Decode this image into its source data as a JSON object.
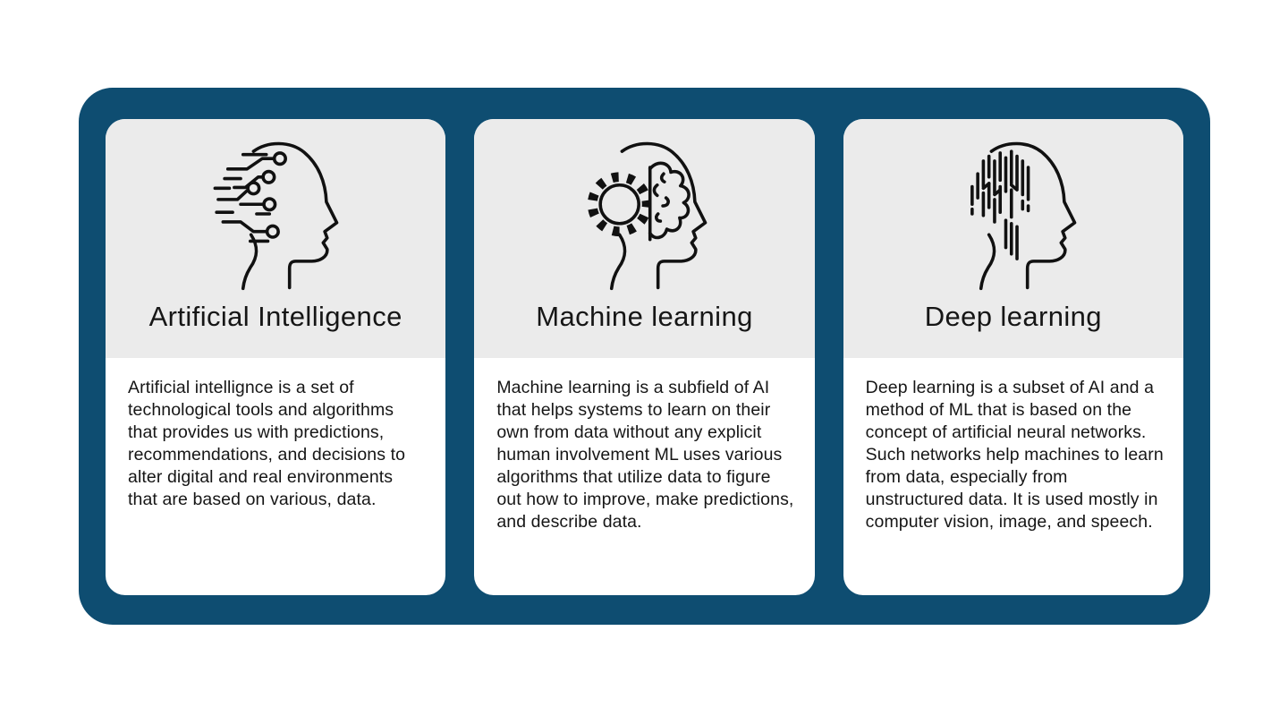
{
  "colors": {
    "panel_blue": "#0e4d71",
    "card_header_bg": "#ebebeb",
    "card_body_bg": "#ffffff",
    "page_bg": "#ffffff",
    "text_dark": "#161616",
    "icon_stroke": "#111111"
  },
  "cards": [
    {
      "id": "artificial-intelligence",
      "icon": "ai-circuit-head-icon",
      "title": "Artificial Intelligence",
      "description": "Artificial intellignce is a set of technological tools and algorithms that provides us with predictions, recommendations, and decisions to alter digital and real environments that are based on various, data."
    },
    {
      "id": "machine-learning",
      "icon": "gear-brain-head-icon",
      "title": "Machine learning",
      "description": "Machine learning is a subfield of AI that helps systems to learn on their own from data without any explicit human involvement ML uses various algorithms that utilize data to figure out how to improve, make predictions, and describe data."
    },
    {
      "id": "deep-learning",
      "icon": "circuit-brain-head-icon",
      "title": "Deep learning",
      "description": "Deep learning is a subset of AI and a method of ML that is based on the concept of artificial neural networks. Such networks help machines to learn from data, especially from unstructured data. It is used mostly in computer vision, image, and speech."
    }
  ]
}
